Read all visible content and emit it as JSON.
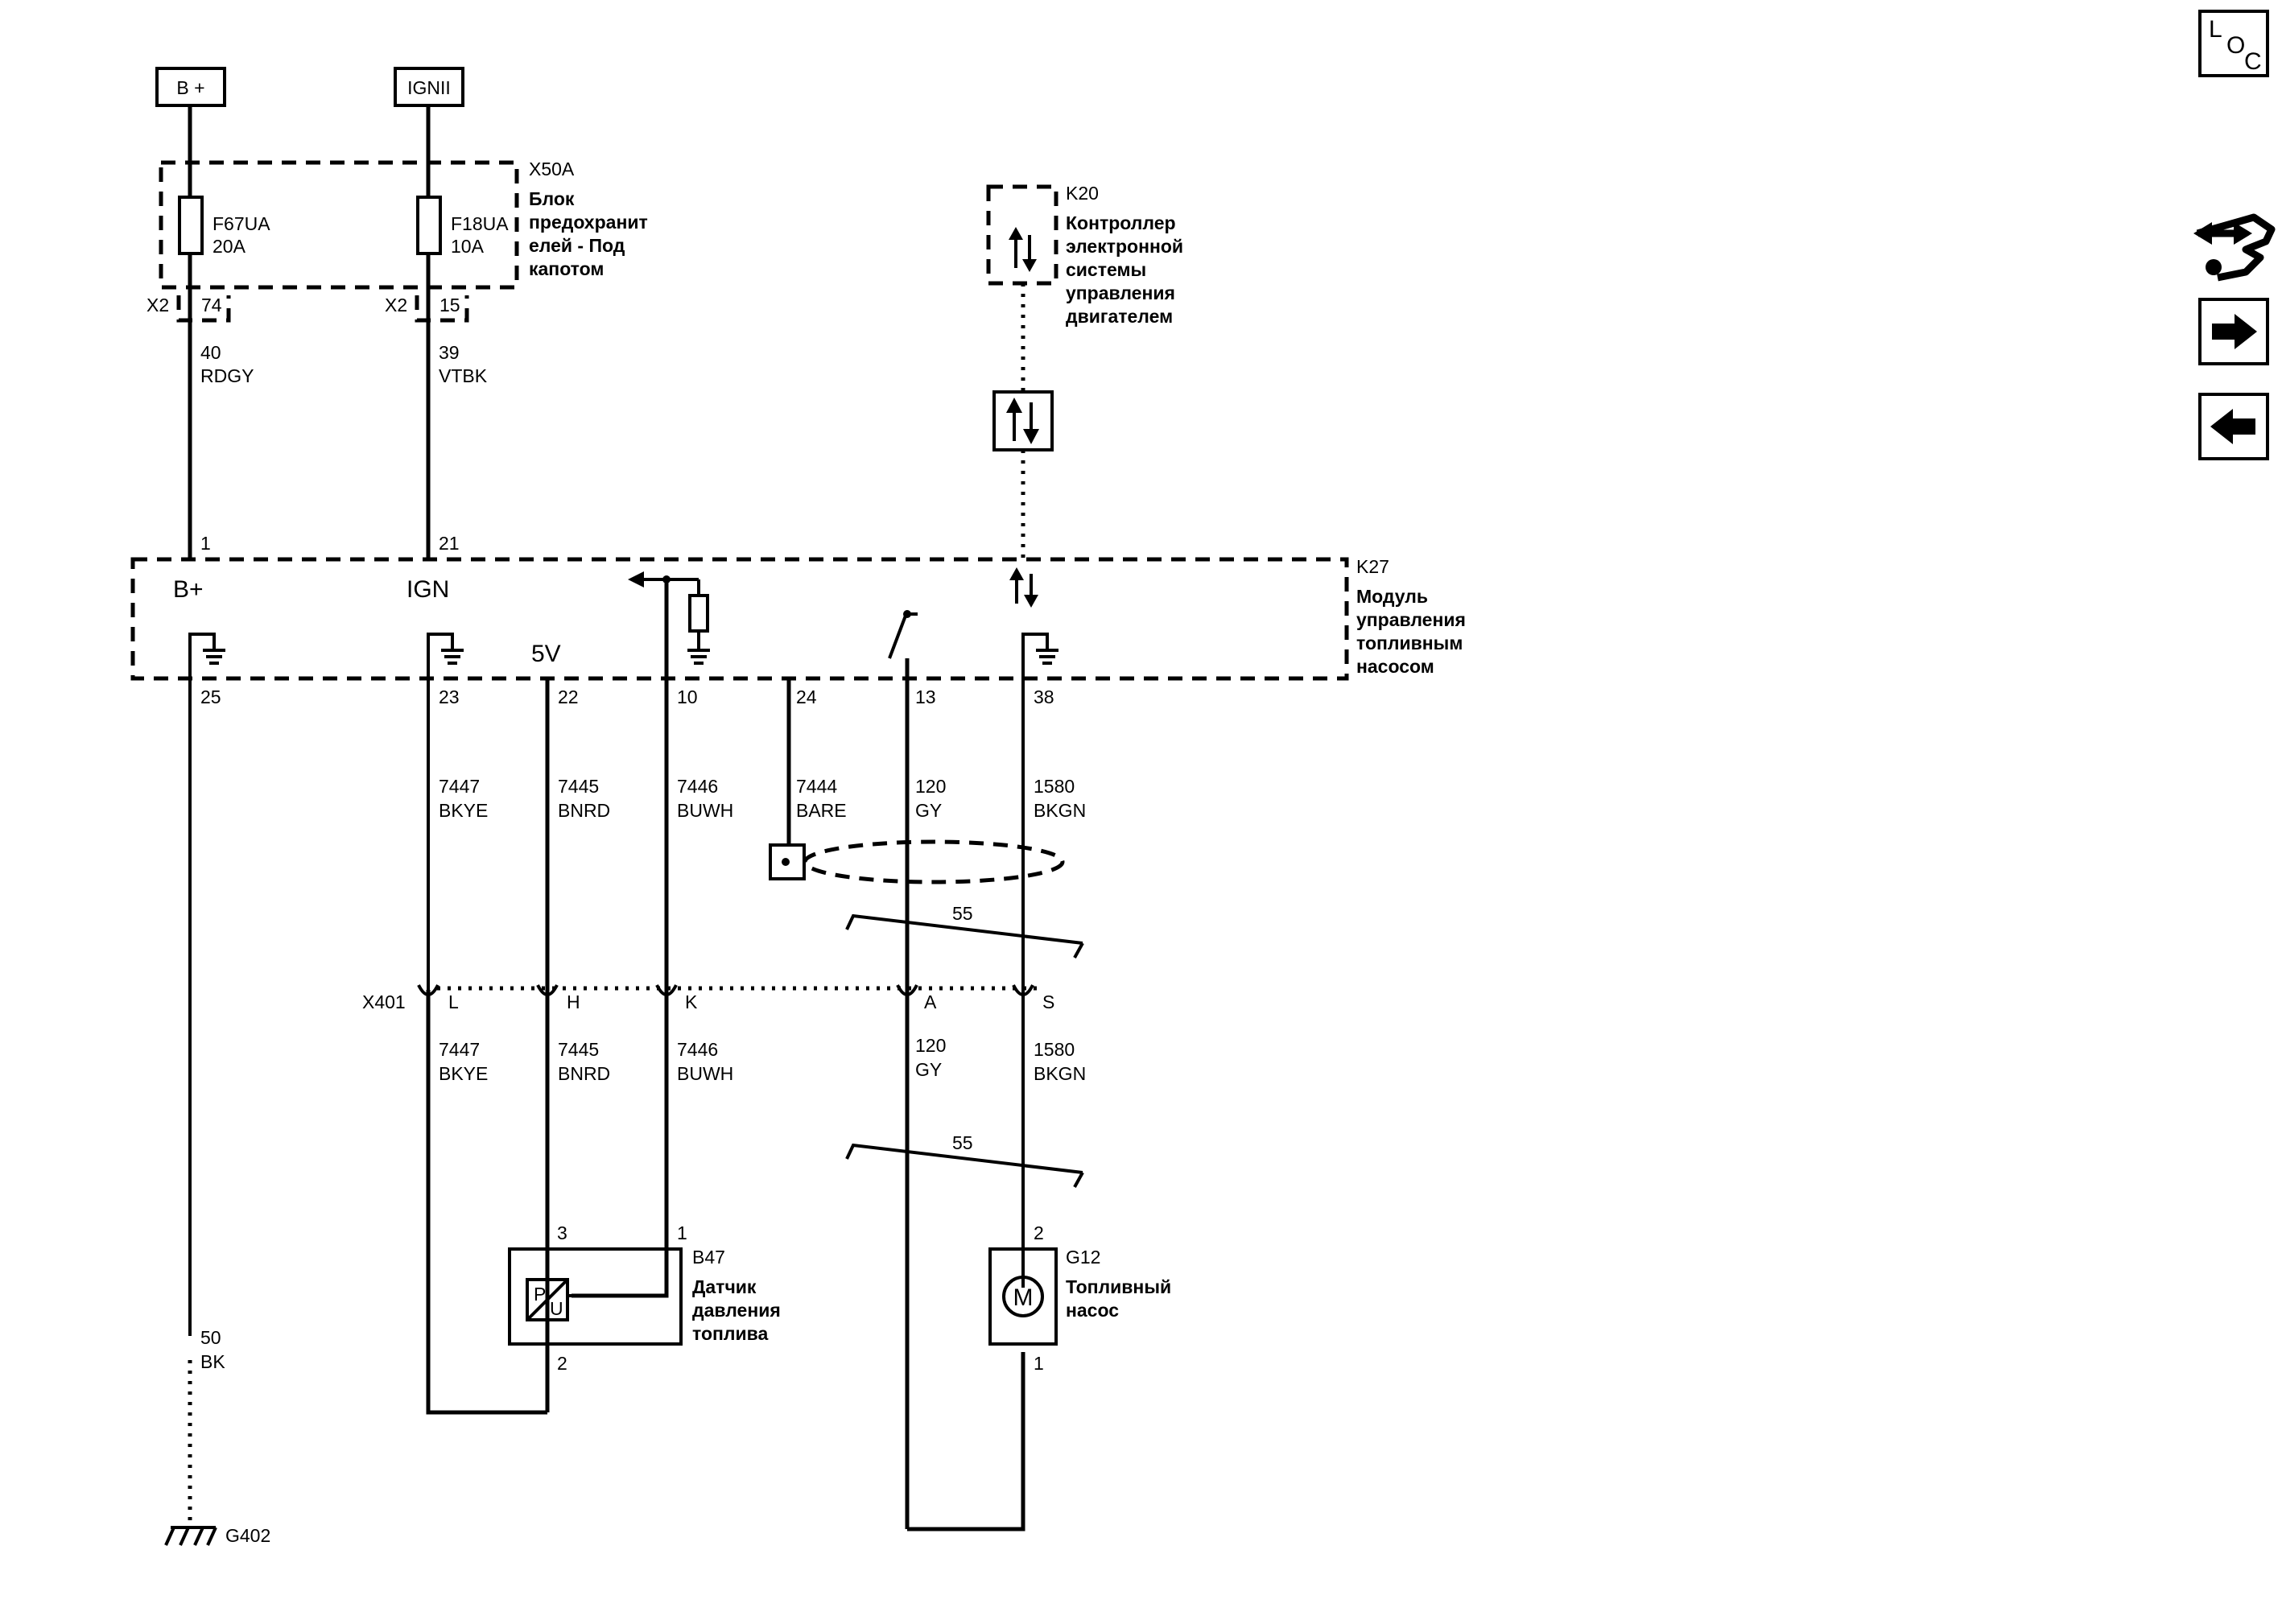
{
  "power": {
    "bplus_box": "B +",
    "ign_box": "IGNII"
  },
  "fuse_block": {
    "id": "X50A",
    "name_lines": [
      "Блок",
      "предохранит",
      "елей - Под",
      "капотом"
    ],
    "fuse1": {
      "name": "F67UA",
      "rating": "20A",
      "conn": "X2",
      "pin": "74"
    },
    "fuse2": {
      "name": "F18UA",
      "rating": "10A",
      "conn": "X2",
      "pin": "15"
    }
  },
  "ecm": {
    "id": "K20",
    "name_lines": [
      "Контроллер",
      "электронной",
      "системы",
      "управления",
      "двигателем"
    ]
  },
  "pump_module": {
    "id": "K27",
    "name_lines": [
      "Модуль",
      "управления",
      "топливным",
      "насосом"
    ],
    "bplus_label": "B+",
    "ign_label": "IGN",
    "v5_label": "5V",
    "pin_bplus": "1",
    "pin_ign": "21"
  },
  "wires_top": [
    {
      "circuit": "40",
      "color": "RDGY"
    },
    {
      "circuit": "39",
      "color": "VTBK"
    }
  ],
  "module_pins": [
    "25",
    "23",
    "22",
    "10",
    "24",
    "13",
    "38"
  ],
  "wires_mid": [
    {
      "circuit": "7447",
      "color": "BKYE"
    },
    {
      "circuit": "7445",
      "color": "BNRD"
    },
    {
      "circuit": "7446",
      "color": "BUWH"
    },
    {
      "circuit": "7444",
      "color": "BARE"
    },
    {
      "circuit": "120",
      "color": "GY"
    },
    {
      "circuit": "1580",
      "color": "BKGN"
    }
  ],
  "twist_label_1": "55",
  "twist_label_2": "55",
  "inline_connector": {
    "id": "X401",
    "pins": [
      "L",
      "H",
      "K",
      "A",
      "S"
    ]
  },
  "wires_low": [
    {
      "circuit": "7447",
      "color": "BKYE"
    },
    {
      "circuit": "7445",
      "color": "BNRD"
    },
    {
      "circuit": "7446",
      "color": "BUWH"
    },
    {
      "circuit": "120",
      "color": "GY"
    },
    {
      "circuit": "1580",
      "color": "BKGN"
    }
  ],
  "sensor": {
    "id": "B47",
    "name_lines": [
      "Датчик",
      "давления",
      "топлива"
    ],
    "pin_top_left": "3",
    "pin_top_right": "1",
    "pin_bottom": "2",
    "symbol_top": "P",
    "symbol_bottom": "U"
  },
  "pump": {
    "id": "G12",
    "name_lines": [
      "Топливный",
      "насос"
    ],
    "pin_top": "2",
    "pin_bottom": "1",
    "symbol": "M"
  },
  "ground_wire": {
    "circuit": "50",
    "color": "BK"
  },
  "ground": {
    "id": "G402"
  },
  "nav": {
    "loc": {
      "l1": "L",
      "l2": "O",
      "l3": "C"
    }
  }
}
